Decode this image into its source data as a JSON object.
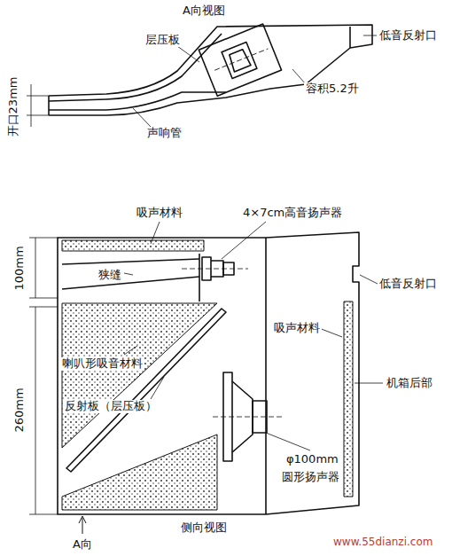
{
  "diagram": {
    "labels": [
      "A向视图",
      "层压板",
      "低音反射口",
      "开口23mm",
      "容积5.2升",
      "声响管",
      "吸声材料",
      "4×7cm高音扬声器",
      "100mm",
      "狭缝",
      "低音反射口",
      "吸声材料",
      "喇叭形吸音材料",
      "260mm",
      "反射板（层压板）",
      "机箱后部",
      "φ100mm",
      "圆形扬声器",
      "侧向视图",
      "A向",
      "www.55dianzi.com"
    ]
  }
}
